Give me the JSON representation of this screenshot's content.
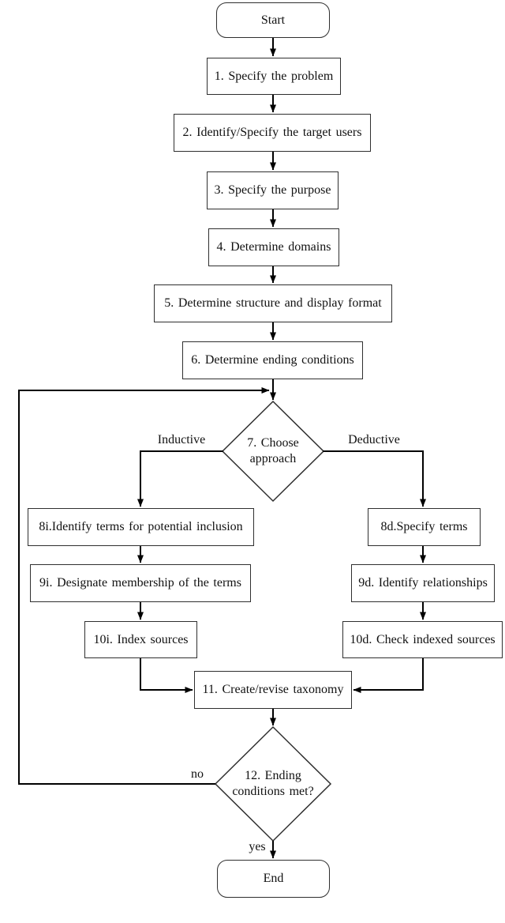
{
  "diagram": {
    "type": "flowchart",
    "nodes": {
      "start": "Start",
      "n1": "1. Specify the problem",
      "n2": "2. Identify/Specify the target users",
      "n3": "3. Specify the purpose",
      "n4": "4. Determine domains",
      "n5": "5. Determine structure and display format",
      "n6": "6. Determine ending conditions",
      "d7": "7. Choose approach",
      "n8i": "8i.Identify terms for potential inclusion",
      "n9i": "9i. Designate membership of the terms",
      "n10i": "10i. Index sources",
      "n8d": "8d.Specify terms",
      "n9d": "9d. Identify relationships",
      "n10d": "10d. Check indexed sources",
      "n11": "11. Create/revise taxonomy",
      "d12": "12. Ending conditions met?",
      "end": "End"
    },
    "edge_labels": {
      "inductive": "Inductive",
      "deductive": "Deductive",
      "no": "no",
      "yes": "yes"
    },
    "colors": {
      "line": "#000000",
      "box_border": "#2f2f2f",
      "text": "#111111",
      "background": "#ffffff"
    }
  }
}
